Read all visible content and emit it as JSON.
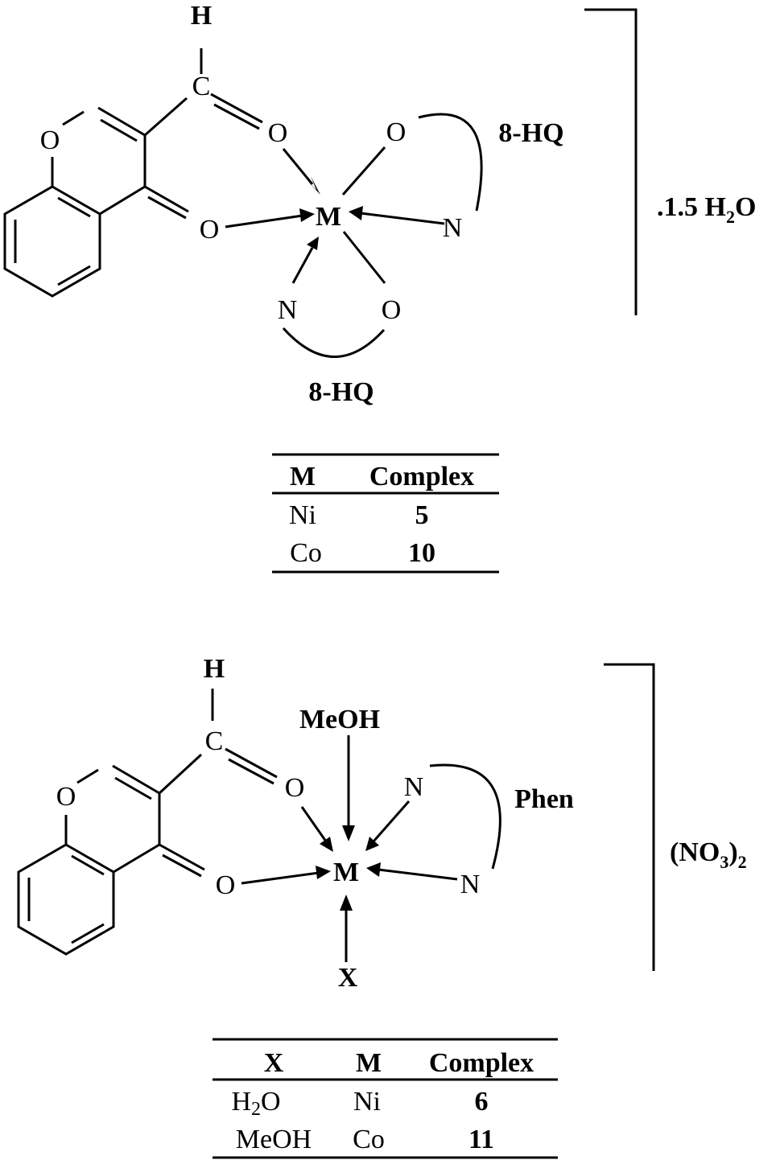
{
  "complex1": {
    "atoms": {
      "h": "H",
      "c": "C",
      "o_ring": "O",
      "o_aldehyde": "O",
      "o_carbonyl": "O",
      "m": "M",
      "o_hq_top": "O",
      "n_hq_top": "N",
      "n_hq_bottom": "N",
      "o_hq_bottom": "O"
    },
    "ligand_top": "8-HQ",
    "ligand_bottom": "8-HQ",
    "solvate_prefix": ".1.5 H",
    "solvate_sub": "2",
    "solvate_suffix": "O",
    "table": {
      "headers": [
        "M",
        "Complex"
      ],
      "rows": [
        [
          "Ni",
          "5"
        ],
        [
          "Co",
          "10"
        ]
      ]
    }
  },
  "complex2": {
    "atoms": {
      "h": "H",
      "c": "C",
      "o_ring": "O",
      "o_aldehyde": "O",
      "o_carbonyl": "O",
      "m": "M",
      "meoh": "MeOH",
      "n_top": "N",
      "n_right": "N",
      "x": "X"
    },
    "ligand": "Phen",
    "counterion_prefix": "(NO",
    "counterion_sub1": "3",
    "counterion_mid": ")",
    "counterion_sub2": "2",
    "table": {
      "headers": [
        "X",
        "M",
        "Complex"
      ],
      "rows": [
        [
          "H2O",
          "Ni",
          "6"
        ],
        [
          "MeOH",
          "Co",
          "11"
        ]
      ],
      "row1_x_base": "H",
      "row1_x_sub": "2",
      "row1_x_tail": "O"
    }
  }
}
